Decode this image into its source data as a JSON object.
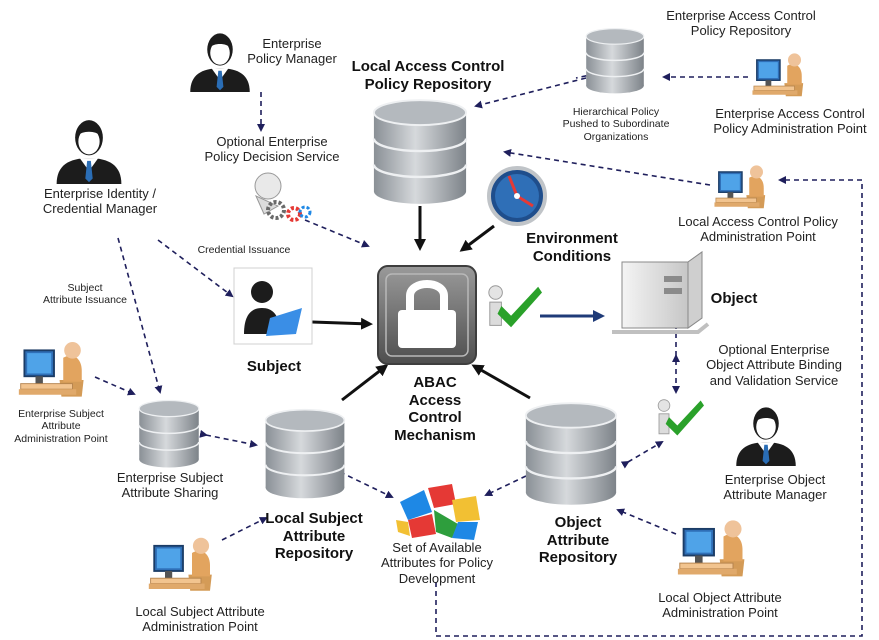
{
  "labels": {
    "enterprise_policy_manager": "Enterprise\nPolicy  Manager",
    "optional_policy_decision": "Optional Enterprise\nPolicy Decision Service",
    "local_policy_repository": "Local Access Control\nPolicy Repository",
    "hierarchical_policy": "Hierarchical Policy\nPushed to Subordinate\nOrganizations",
    "enterprise_policy_repository": "Enterprise Access Control\nPolicy Repository",
    "enterprise_policy_admin": "Enterprise Access Control\nPolicy Administration Point",
    "local_policy_admin": "Local Access Control Policy\nAdministration Point",
    "enterprise_identity": "Enterprise Identity /\nCredential Manager",
    "credential_issuance": "Credential Issuance",
    "subject_attribute_issuance": "Subject\nAttribute Issuance",
    "environment_conditions": "Environment\nConditions",
    "object": "Object",
    "subject": "Subject",
    "abac_mechanism": "ABAC\nAccess\nControl\nMechanism",
    "optional_object_binding": "Optional Enterprise\nObject Attribute Binding\nand Validation Service",
    "enterprise_subject_admin": "Enterprise Subject\nAttribute\nAdministration Point",
    "enterprise_subject_sharing": "Enterprise Subject\nAttribute Sharing",
    "local_subject_repository": "Local Subject\nAttribute\nRepository",
    "available_attributes": "Set of Available\nAttributes for Policy\nDevelopment",
    "object_attribute_repository": "Object\nAttribute\nRepository",
    "enterprise_object_manager": "Enterprise Object\nAttribute Manager",
    "local_subject_admin": "Local Subject Attribute\nAdministration Point",
    "local_object_admin": "Local Object Attribute\nAdministration Point"
  },
  "colors": {
    "dashed_arrow": "#1f1f5c",
    "solid_arrow": "#111111",
    "object_arrow": "#1f3b78",
    "database": "#9aa0a6",
    "lock_box": "#6e6e6e",
    "checkmark": "#2aa12a"
  },
  "icons": [
    "user-silhouette-icon",
    "database-icon",
    "admin-workstation-icon",
    "lock-icon",
    "clock-icon",
    "server-icon",
    "checkmark-icon",
    "gears-icon",
    "puzzle-pieces-icon",
    "laptop-user-icon"
  ]
}
